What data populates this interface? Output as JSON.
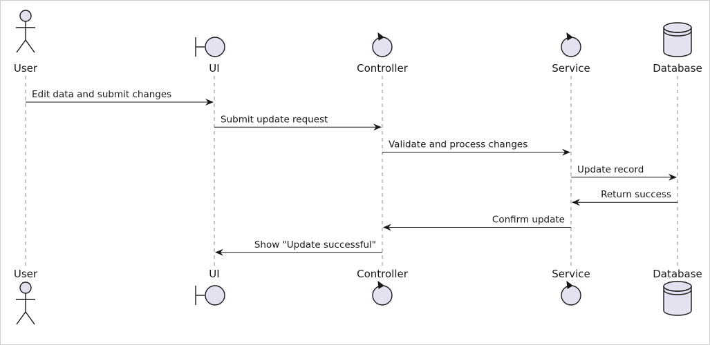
{
  "diagram": {
    "type": "sequence",
    "colors": {
      "participant_fill": "#e2e2f0",
      "stroke": "#181818",
      "lifeline": "#888888",
      "background": "#ffffff"
    },
    "participants": [
      {
        "id": "user",
        "label": "User",
        "shape": "actor-icon"
      },
      {
        "id": "ui",
        "label": "UI",
        "shape": "boundary-icon"
      },
      {
        "id": "controller",
        "label": "Controller",
        "shape": "control-icon"
      },
      {
        "id": "service",
        "label": "Service",
        "shape": "control-icon"
      },
      {
        "id": "database",
        "label": "Database",
        "shape": "database-icon"
      }
    ],
    "messages": [
      {
        "from": "user",
        "to": "ui",
        "label": "Edit data and submit changes"
      },
      {
        "from": "ui",
        "to": "controller",
        "label": "Submit update request"
      },
      {
        "from": "controller",
        "to": "service",
        "label": "Validate and process changes"
      },
      {
        "from": "service",
        "to": "database",
        "label": "Update record"
      },
      {
        "from": "database",
        "to": "service",
        "label": "Return success"
      },
      {
        "from": "service",
        "to": "controller",
        "label": "Confirm update"
      },
      {
        "from": "controller",
        "to": "ui",
        "label": "Show \"Update successful\""
      }
    ]
  }
}
